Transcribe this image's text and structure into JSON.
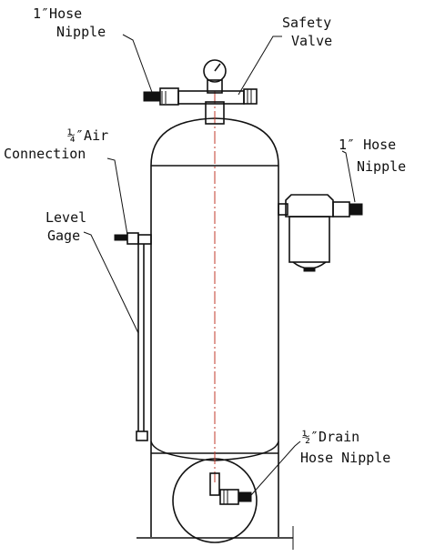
{
  "labels": {
    "hose_nipple_top_line1": "1″Hose",
    "hose_nipple_top_line2": "Nipple",
    "safety_valve_line1": "Safety",
    "safety_valve_line2": "Valve",
    "air_connection_line1": "¼″Air",
    "air_connection_line2": "Connection",
    "level_gage_line1": "Level",
    "level_gage_line2": "Gage",
    "hose_nipple_right_line1": "1″ Hose",
    "hose_nipple_right_line2": "Nipple",
    "drain_line1": "½″Drain",
    "drain_line2": "Hose Nipple"
  },
  "colors": {
    "line": "#111111",
    "centerline": "#c0392b",
    "background": "#ffffff"
  }
}
